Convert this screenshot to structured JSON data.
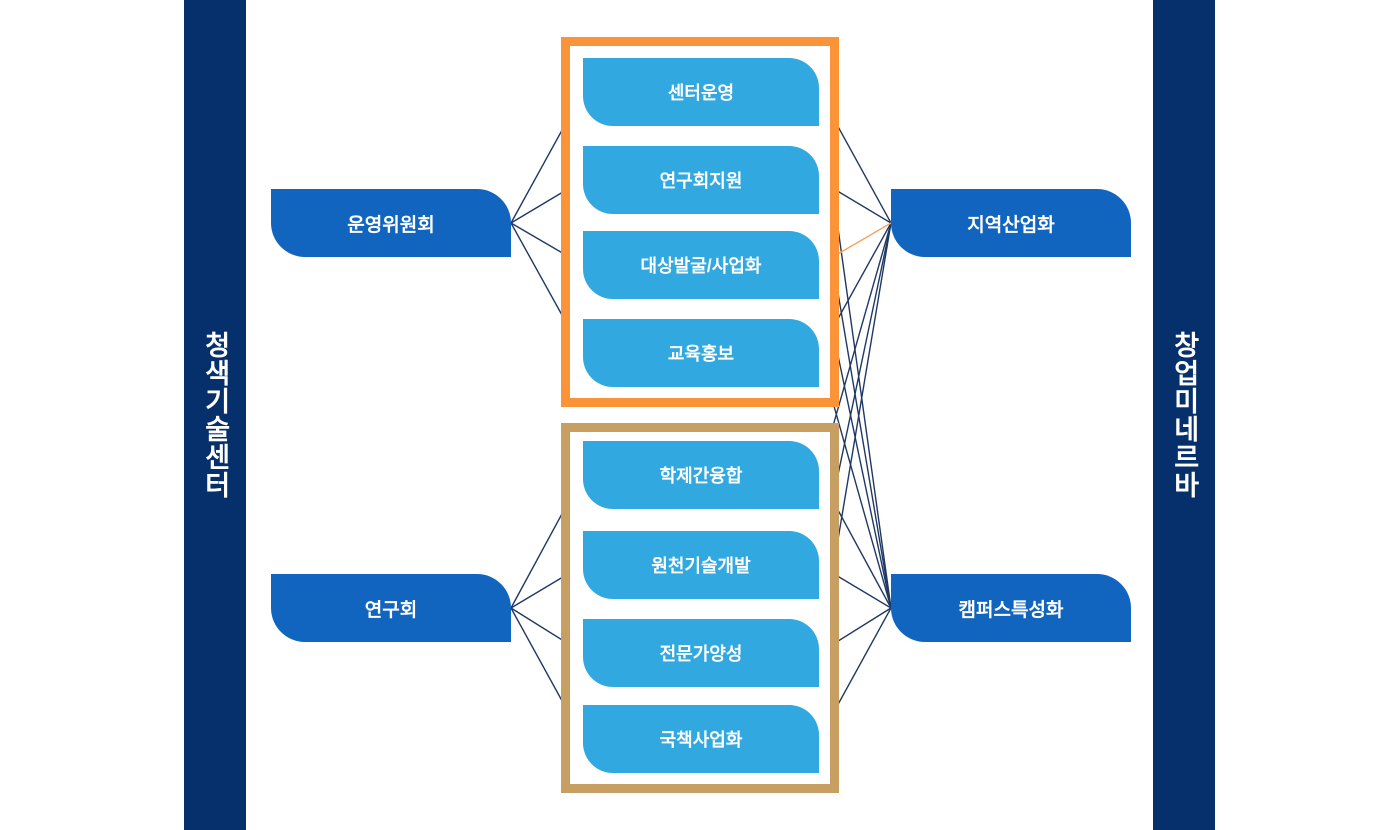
{
  "banners": {
    "left": {
      "label": "청색기술센터",
      "color": "#06306B"
    },
    "right": {
      "label": "창업미네르바",
      "color": "#06306B"
    }
  },
  "nodes": {
    "primary": [
      {
        "id": "operating-committee",
        "label": "운영위원회",
        "color": "#1165BE",
        "side": "left",
        "row": "top"
      },
      {
        "id": "research-society",
        "label": "연구회",
        "color": "#1165BE",
        "side": "left",
        "row": "bottom"
      },
      {
        "id": "regional-industry",
        "label": "지역산업화",
        "color": "#1165BE",
        "side": "right",
        "row": "top"
      },
      {
        "id": "campus-special",
        "label": "캠퍼스특성화",
        "color": "#1165BE",
        "side": "right",
        "row": "bottom"
      }
    ]
  },
  "groups": [
    {
      "id": "center-ops",
      "border_color": "#FB9339",
      "items": [
        {
          "id": "center-operation",
          "label": "센터운영"
        },
        {
          "id": "society-support",
          "label": "연구회지원"
        },
        {
          "id": "target-discovery",
          "label": "대상발굴/사업화"
        },
        {
          "id": "education-pr",
          "label": "교육홍보"
        }
      ]
    },
    {
      "id": "research-group",
      "border_color": "#C89F62",
      "items": [
        {
          "id": "interdisciplinary",
          "label": "학제간융합"
        },
        {
          "id": "core-tech-dev",
          "label": "원천기술개발"
        },
        {
          "id": "expert-training",
          "label": "전문가양성"
        },
        {
          "id": "national-project",
          "label": "국책사업화"
        }
      ]
    }
  ],
  "colors": {
    "banner_navy": "#06306B",
    "node_blue": "#1165BE",
    "sub_blue": "#31A8DF",
    "frame_orange": "#FB9339",
    "frame_tan": "#C89F62",
    "connector_navy": "#1F3864",
    "connector_orange": "#F5A35C"
  }
}
